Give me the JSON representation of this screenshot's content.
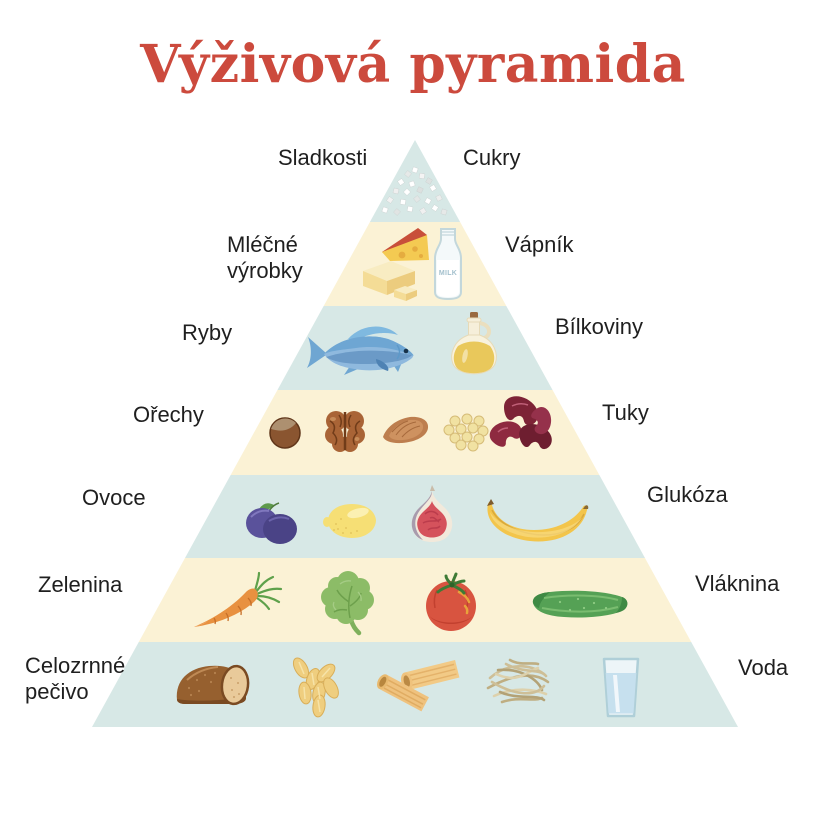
{
  "title": "Výživová pyramida",
  "colors": {
    "title_red": "#CC4A3D",
    "band_blue": "#D7E8E6",
    "band_cream": "#FBF2D5",
    "label_text": "#1F1F1F"
  },
  "milk_label": "MILK",
  "tiers": [
    {
      "left": "Sladkosti",
      "right": "Cukry",
      "icons": [
        "sugar-crystals"
      ]
    },
    {
      "left": "Mléčné výrobky",
      "right": "Vápník",
      "icons": [
        "cheese",
        "butter",
        "milk-bottle"
      ]
    },
    {
      "left": "Ryby",
      "right": "Bílkoviny",
      "icons": [
        "fish",
        "oil-carafe"
      ]
    },
    {
      "left": "Ořechy",
      "right": "Tuky",
      "icons": [
        "hazelnut",
        "walnut",
        "almond",
        "pine-nuts",
        "kidney-beans"
      ]
    },
    {
      "left": "Ovoce",
      "right": "Glukóza",
      "icons": [
        "plums",
        "lemon",
        "fig",
        "banana"
      ]
    },
    {
      "left": "Zelenina",
      "right": "Vláknina",
      "icons": [
        "carrot",
        "kale-leaf",
        "tomato",
        "cucumber"
      ]
    },
    {
      "left": "Celozrnné pečivo",
      "right": "Voda",
      "icons": [
        "bread-loaf",
        "oat-flakes",
        "penne-pasta",
        "noodles",
        "water-glass"
      ]
    }
  ]
}
